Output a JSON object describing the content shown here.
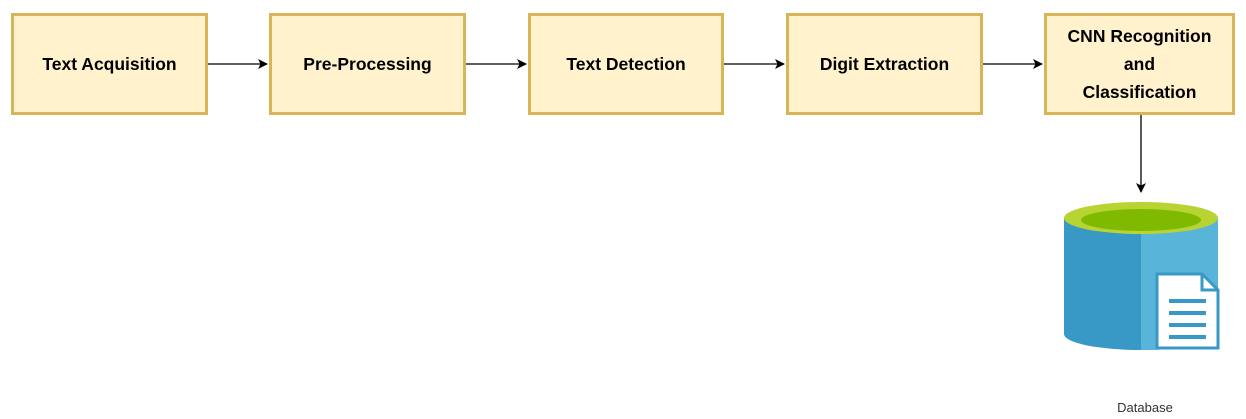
{
  "nodes": [
    {
      "id": "text_acquisition",
      "label": "Text Acquisition"
    },
    {
      "id": "pre_processing",
      "label": "Pre-Processing"
    },
    {
      "id": "text_detection",
      "label": "Text Detection"
    },
    {
      "id": "digit_extraction",
      "label": "Digit Extraction"
    },
    {
      "id": "cnn_recognition",
      "label_lines": [
        "CNN Recognition",
        "and",
        "Classification"
      ]
    }
  ],
  "edges": [
    {
      "from": "text_acquisition",
      "to": "pre_processing"
    },
    {
      "from": "pre_processing",
      "to": "text_detection"
    },
    {
      "from": "text_detection",
      "to": "digit_extraction"
    },
    {
      "from": "digit_extraction",
      "to": "cnn_recognition"
    },
    {
      "from": "cnn_recognition",
      "to": "database"
    }
  ],
  "database": {
    "label": "Database",
    "icon": "database-document-icon"
  },
  "colors": {
    "box_fill": "#fff2cc",
    "box_border": "#d6b656",
    "db_top": "#7fba00",
    "db_top_inner": "#b8d432",
    "db_body_left": "#3999c6",
    "db_body_right": "#59b4d9",
    "doc_fill": "#ffffff",
    "doc_accent": "#3999c6"
  }
}
